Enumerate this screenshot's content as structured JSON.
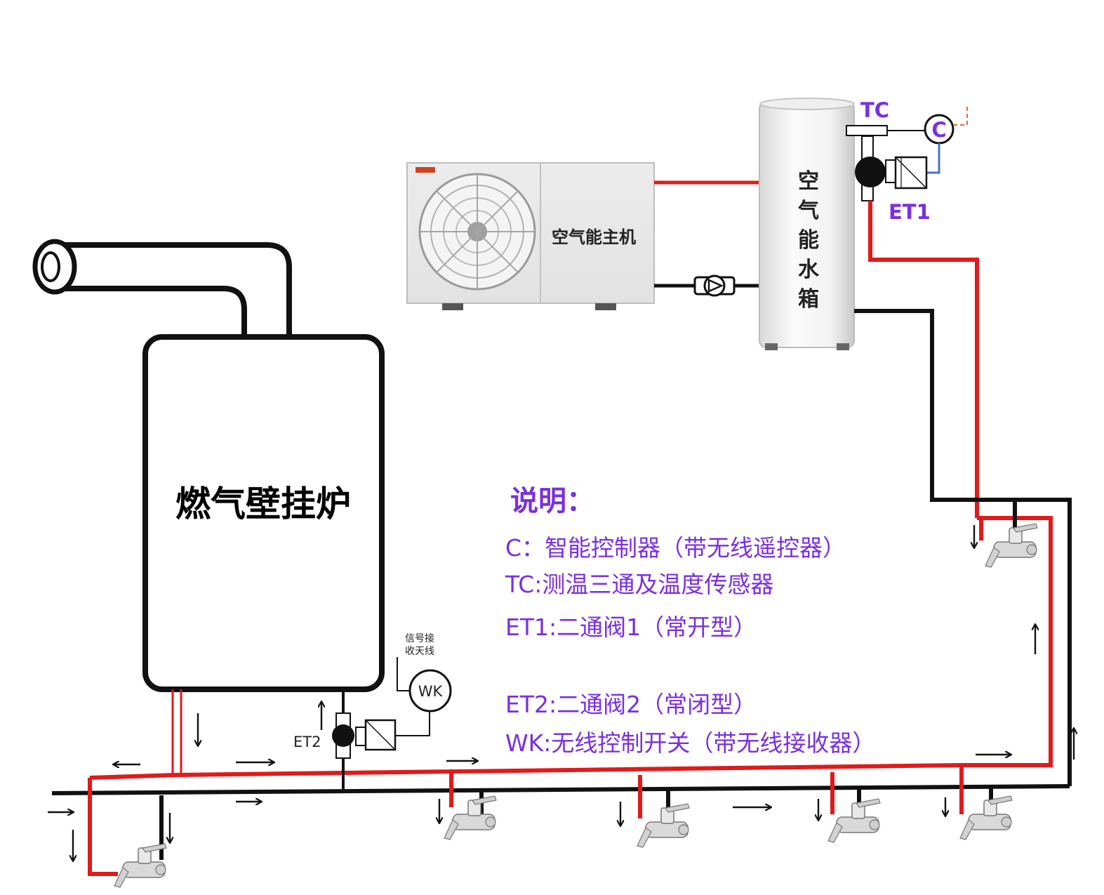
{
  "boiler": {
    "label": "燃气壁挂炉"
  },
  "heat_pump": {
    "label": "空气能主机"
  },
  "water_tank": {
    "label": "空气能水箱",
    "chars": [
      "空",
      "气",
      "能",
      "水",
      "箱"
    ]
  },
  "components": {
    "tc": "TC",
    "controller": "C",
    "et1": "ET1",
    "et2": "ET2",
    "wk": "WK",
    "antenna_lines": [
      "信号接",
      "收天线"
    ]
  },
  "legend": {
    "title": "说明：",
    "items": [
      "C：智能控制器（带无线遥控器）",
      "TC:测温三通及温度传感器",
      "ET1:二通阀1（常开型）",
      "ET2:二通阀2（常闭型）",
      "WK:无线控制开关（带无线接收器）"
    ]
  },
  "colors": {
    "hot_pipe": "#e11a1a",
    "cold_pipe": "#111111",
    "legend_text": "#7a2fe0",
    "sensor_wire": "#4a6fd0"
  }
}
